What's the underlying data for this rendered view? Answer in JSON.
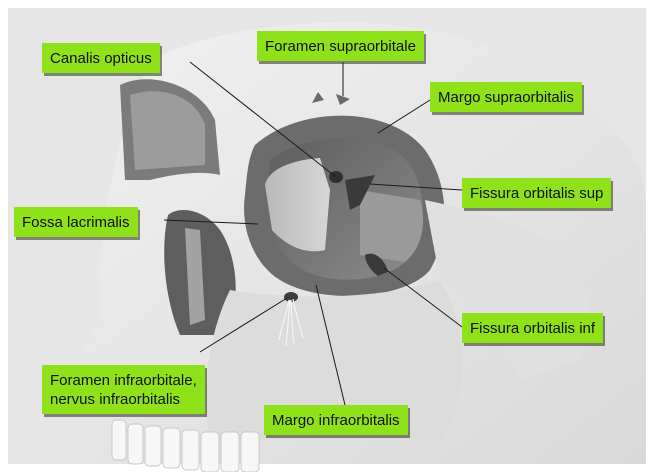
{
  "diagram": {
    "labels": {
      "canalis_opticus": "Canalis opticus",
      "foramen_supraorbitale": "Foramen supraorbitale",
      "margo_supraorbitalis": "Margo supraorbitalis",
      "fissura_orbitalis_sup": "Fissura orbitalis sup",
      "fossa_lacrimalis": "Fossa lacrimalis",
      "fissura_orbitalis_inf": "Fissura orbitalis inf",
      "foramen_infraorbitale_line1": "Foramen infraorbitale,",
      "foramen_infraorbitale_line2": "nervus infraorbitalis",
      "margo_infraorbitalis": "Margo infraorbitalis"
    },
    "colors": {
      "label_background": "#8fe21a",
      "background": "#ffffff"
    }
  }
}
